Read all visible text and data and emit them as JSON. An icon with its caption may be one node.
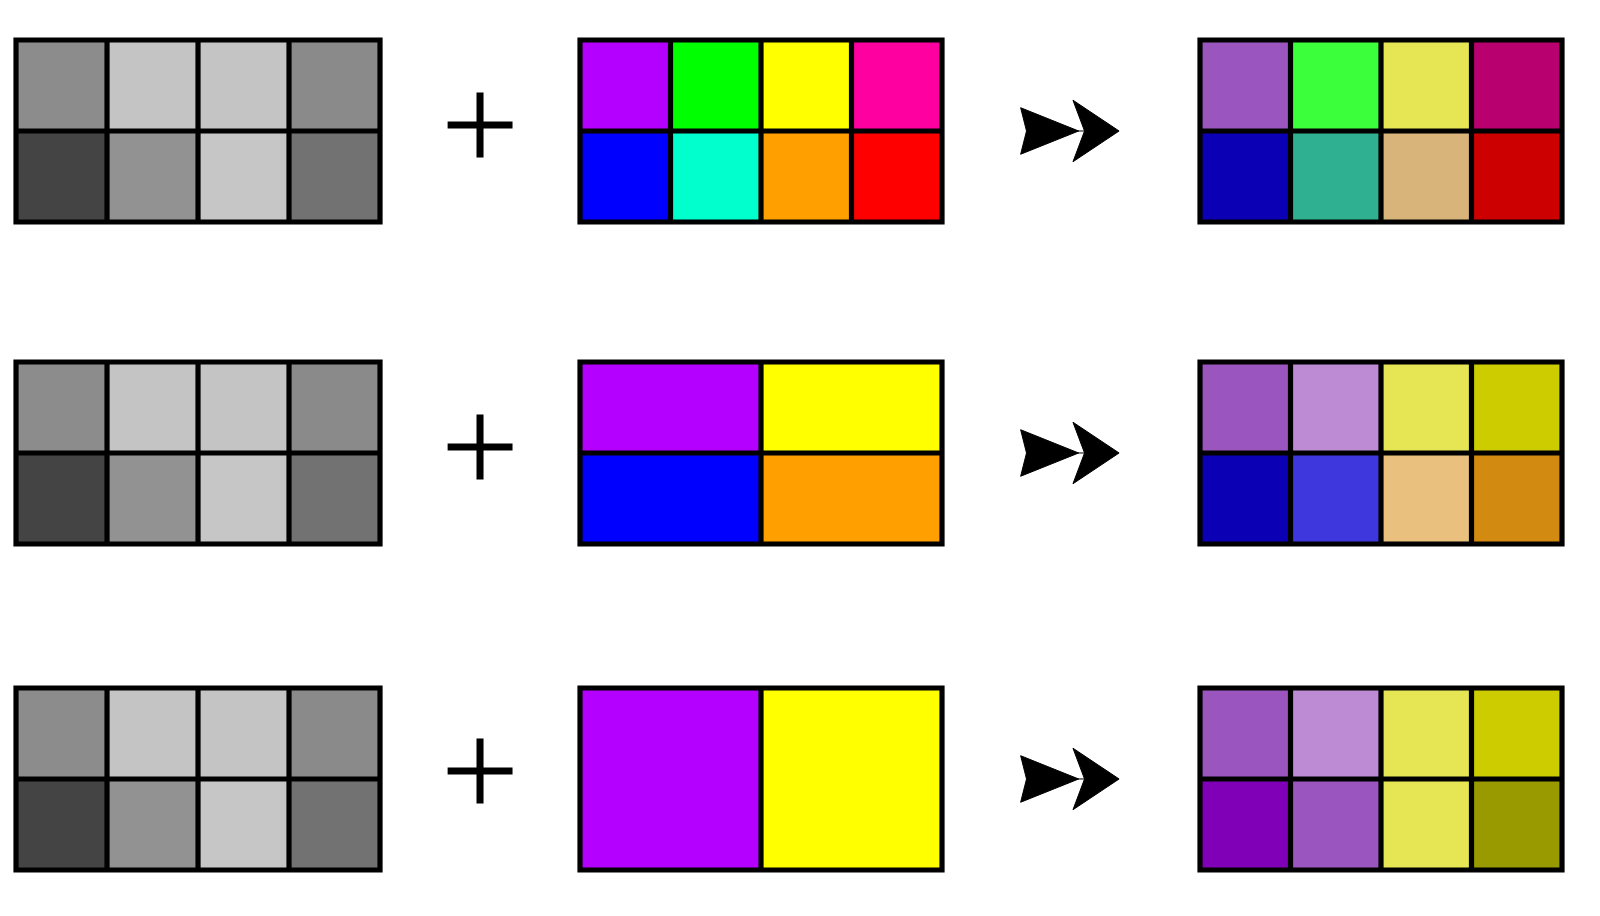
{
  "diagram": {
    "nodes": [
      {
        "text": [],
        "shape": "box"
      },
      {
        "text": [],
        "shape": "box"
      },
      {
        "text": [],
        "shape": "box"
      },
      {
        "text": [],
        "shape": "box"
      },
      {
        "text": [],
        "shape": "box"
      },
      {
        "text": [],
        "shape": "box"
      },
      {
        "text": [],
        "shape": "box"
      },
      {
        "text": [],
        "shape": "box"
      },
      {
        "text": [],
        "shape": "box"
      }
    ],
    "edges": [
      {
        "from": 1,
        "to": 2,
        "arrow": "to"
      },
      {
        "from": 4,
        "to": 5,
        "arrow": "to"
      },
      {
        "from": 7,
        "to": 8,
        "arrow": "to"
      }
    ],
    "labels": [
      "+",
      "+",
      "+"
    ]
  }
}
